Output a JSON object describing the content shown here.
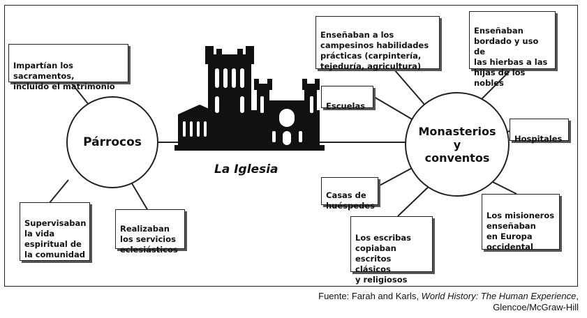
{
  "center": {
    "label": "La Iglesia"
  },
  "left_hub": {
    "label": "Párrocos",
    "boxes": [
      "Impartían los sacramentos,\nincluido el matrimonio",
      "Supervisaban\nla vida\nespiritual de\nla comunidad",
      "Realizaban\nlos servicios\neclesiásticos"
    ]
  },
  "right_hub": {
    "label": "Monasterios\ny\nconventos",
    "boxes": [
      "Enseñaban a los\ncampesinos habilidades\nprácticas (carpintería,\ntejeduría, agricultura)",
      "Enseñaban\nbordado y uso de\nlas hierbas a las\nhijas de los nobles",
      "Escuelas",
      "Hospitales",
      "Casas de\nhuéspedes",
      "Los escribas\ncopiaban\nescritos clásicos\ny religiosos",
      "Los misioneros\nenseñaban\nen Europa\noccidental"
    ]
  },
  "source": {
    "prefix": "Fuente: Farah and Karls, ",
    "title": "World History: The Human Experience",
    "suffix": ",",
    "line2": "Glencoe/McGraw-Hill"
  },
  "icons": {
    "church": "cathedral-icon"
  }
}
